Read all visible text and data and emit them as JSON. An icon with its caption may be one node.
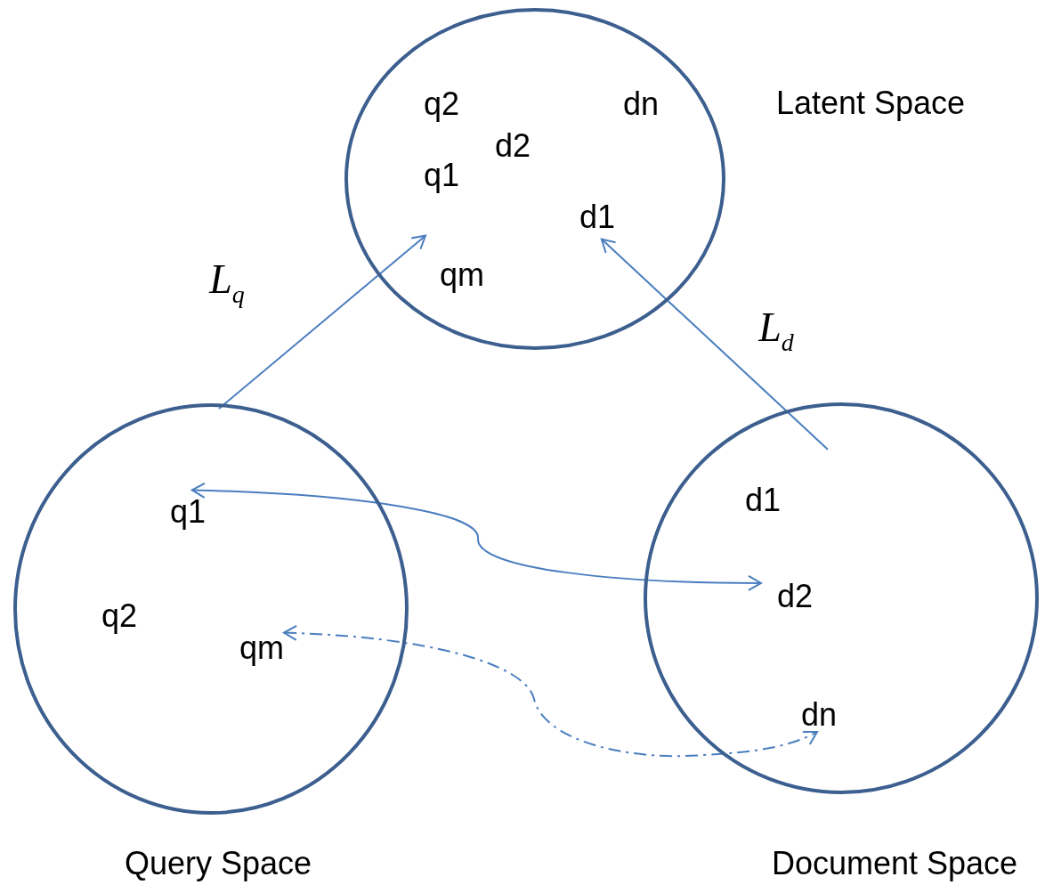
{
  "diagram": {
    "nodes": [
      {
        "text": [],
        "shape": "circle",
        "beside": [
          "Latent Space"
        ]
      },
      {
        "text": [
          "q2"
        ],
        "in": 0
      },
      {
        "text": [
          "dn"
        ],
        "in": 0
      },
      {
        "text": [
          "d2"
        ],
        "in": 0
      },
      {
        "text": [
          "q1"
        ],
        "in": 0
      },
      {
        "text": [
          "d1"
        ],
        "in": 0
      },
      {
        "text": [
          "qm"
        ],
        "in": 0
      },
      {
        "text": [],
        "shape": "circle",
        "beside": [
          "Query Space"
        ]
      },
      {
        "text": [
          "q1"
        ],
        "in": 7
      },
      {
        "text": [
          "q2"
        ],
        "in": 7
      },
      {
        "text": [
          "qm"
        ],
        "in": 7
      },
      {
        "text": [],
        "shape": "circle",
        "beside": [
          "Document Space"
        ]
      },
      {
        "text": [
          "d1"
        ],
        "in": 11
      },
      {
        "text": [
          "d2"
        ],
        "in": 11
      },
      {
        "text": [
          "dn"
        ],
        "in": 11
      }
    ],
    "edges": [
      {
        "from": 7,
        "to": 6,
        "arrow": "to",
        "label": "L$_{q}$"
      },
      {
        "from": 11,
        "to": 5,
        "arrow": "to",
        "label": "L$_{d}$"
      },
      {
        "from": 8,
        "to": 13,
        "arrow": "both"
      },
      {
        "from": 10,
        "to": 14,
        "arrow": "both",
        "style": "dashed"
      }
    ]
  }
}
